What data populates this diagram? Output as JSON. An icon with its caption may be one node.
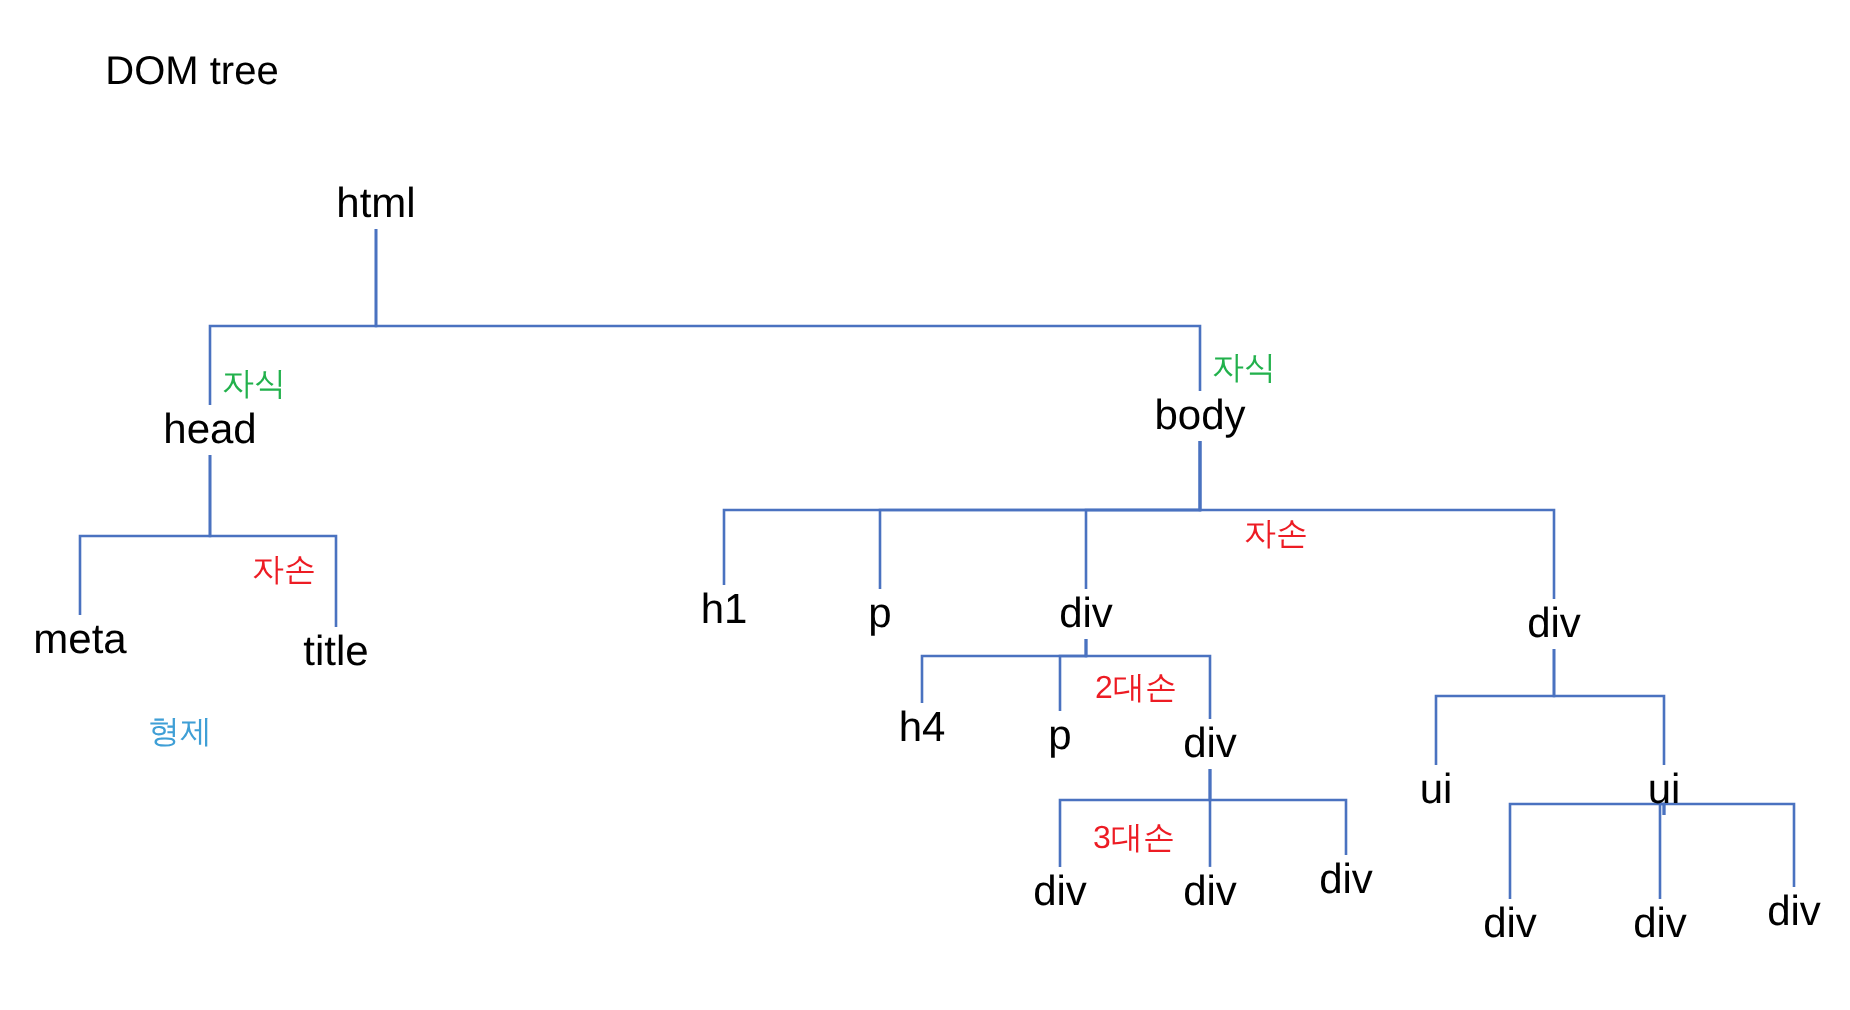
{
  "diagram": {
    "title": "DOM tree",
    "nodes": [
      {
        "text": [
          "html"
        ]
      },
      {
        "text": [
          "head"
        ]
      },
      {
        "text": [
          "body"
        ]
      },
      {
        "text": [
          "meta"
        ]
      },
      {
        "text": [
          "title"
        ]
      },
      {
        "text": [
          "h1"
        ]
      },
      {
        "text": [
          "p"
        ]
      },
      {
        "text": [
          "div"
        ]
      },
      {
        "text": [
          "div"
        ]
      },
      {
        "text": [
          "h4"
        ]
      },
      {
        "text": [
          "p"
        ]
      },
      {
        "text": [
          "div"
        ]
      },
      {
        "text": [
          "ui"
        ]
      },
      {
        "text": [
          "ui"
        ]
      },
      {
        "text": [
          "div"
        ]
      },
      {
        "text": [
          "div"
        ]
      },
      {
        "text": [
          "div"
        ]
      },
      {
        "text": [
          "div"
        ]
      },
      {
        "text": [
          "div"
        ]
      },
      {
        "text": [
          "div"
        ]
      }
    ],
    "edges": [
      {
        "from": 0,
        "to": 1,
        "arrow": "none"
      },
      {
        "from": 0,
        "to": 2,
        "arrow": "none"
      },
      {
        "from": 1,
        "to": 3,
        "arrow": "none"
      },
      {
        "from": 1,
        "to": 4,
        "arrow": "none"
      },
      {
        "from": 2,
        "to": 5,
        "arrow": "none"
      },
      {
        "from": 2,
        "to": 6,
        "arrow": "none"
      },
      {
        "from": 2,
        "to": 7,
        "arrow": "none"
      },
      {
        "from": 2,
        "to": 8,
        "arrow": "none"
      },
      {
        "from": 7,
        "to": 9,
        "arrow": "none"
      },
      {
        "from": 7,
        "to": 10,
        "arrow": "none"
      },
      {
        "from": 7,
        "to": 11,
        "arrow": "none"
      },
      {
        "from": 11,
        "to": 14,
        "arrow": "none"
      },
      {
        "from": 11,
        "to": 15,
        "arrow": "none"
      },
      {
        "from": 11,
        "to": 16,
        "arrow": "none"
      },
      {
        "from": 8,
        "to": 12,
        "arrow": "none"
      },
      {
        "from": 8,
        "to": 13,
        "arrow": "none"
      },
      {
        "from": 13,
        "to": 17,
        "arrow": "none"
      },
      {
        "from": 13,
        "to": 18,
        "arrow": "none"
      },
      {
        "from": 13,
        "to": 19,
        "arrow": "none"
      }
    ],
    "labels": [
      "자식",
      "자식",
      "자손",
      "자손",
      "2대손",
      "3대손",
      "형제"
    ]
  }
}
